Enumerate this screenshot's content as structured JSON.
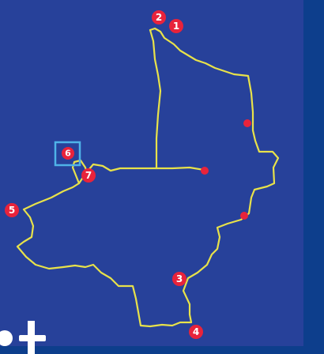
{
  "colors": {
    "frame": "#0d3e8c",
    "map_background": "#27419a",
    "route": "#e8e24a",
    "marker": "#e8233b",
    "marker_text": "#ffffff",
    "highlight_box": "#4fb3e8",
    "logo": "#ffffff"
  },
  "markers": [
    {
      "id": "m1",
      "label": "1"
    },
    {
      "id": "m2",
      "label": "2"
    },
    {
      "id": "m3",
      "label": "3"
    },
    {
      "id": "m4",
      "label": "4"
    },
    {
      "id": "m5",
      "label": "5"
    },
    {
      "id": "m6",
      "label": "6",
      "highlighted": true
    },
    {
      "id": "m7",
      "label": "7"
    },
    {
      "id": "m8",
      "label": ""
    },
    {
      "id": "m9",
      "label": ""
    },
    {
      "id": "m10",
      "label": ""
    }
  ],
  "logo": {
    "icon": "plane-icon"
  }
}
